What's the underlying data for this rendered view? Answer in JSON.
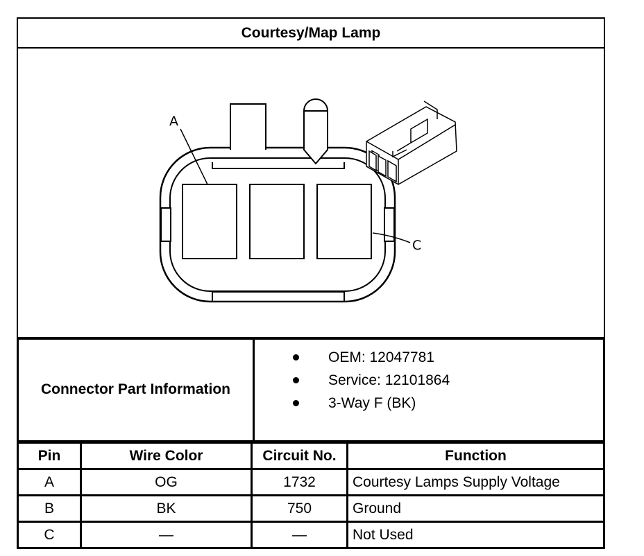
{
  "title": "Courtesy/Map Lamp",
  "diagram": {
    "pin_label_a": "A",
    "pin_label_c": "C"
  },
  "connector_info": {
    "label": "Connector Part Information",
    "items": [
      "OEM: 12047781",
      "Service: 12101864",
      "3-Way F (BK)"
    ]
  },
  "pin_table": {
    "headers": [
      "Pin",
      "Wire Color",
      "Circuit No.",
      "Function"
    ],
    "rows": [
      [
        "A",
        "OG",
        "1732",
        "Courtesy Lamps Supply Voltage"
      ],
      [
        "B",
        "BK",
        "750",
        "Ground"
      ],
      [
        "C",
        "—",
        "—",
        "Not Used"
      ]
    ]
  }
}
